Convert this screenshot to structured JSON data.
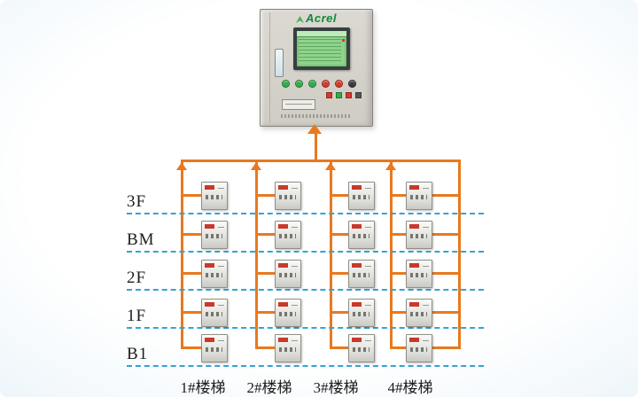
{
  "cabinet": {
    "brand": "Acrel"
  },
  "floors": [
    {
      "label": "3F"
    },
    {
      "label": "BM"
    },
    {
      "label": "2F"
    },
    {
      "label": "1F"
    },
    {
      "label": "B1"
    }
  ],
  "stairs": [
    {
      "label": "1#楼梯"
    },
    {
      "label": "2#楼梯"
    },
    {
      "label": "3#楼梯"
    },
    {
      "label": "4#楼梯"
    }
  ],
  "grid": {
    "rows": 5,
    "columns": 4,
    "device_count": 20
  },
  "colors": {
    "line": "#e8791f",
    "dashed": "#33a3d6",
    "brand_green": "#0e8a3a",
    "screen_green": "#8fd48b",
    "led_green": "#2fae4a",
    "led_red": "#d63a2a",
    "box_red": "#c8392c"
  }
}
